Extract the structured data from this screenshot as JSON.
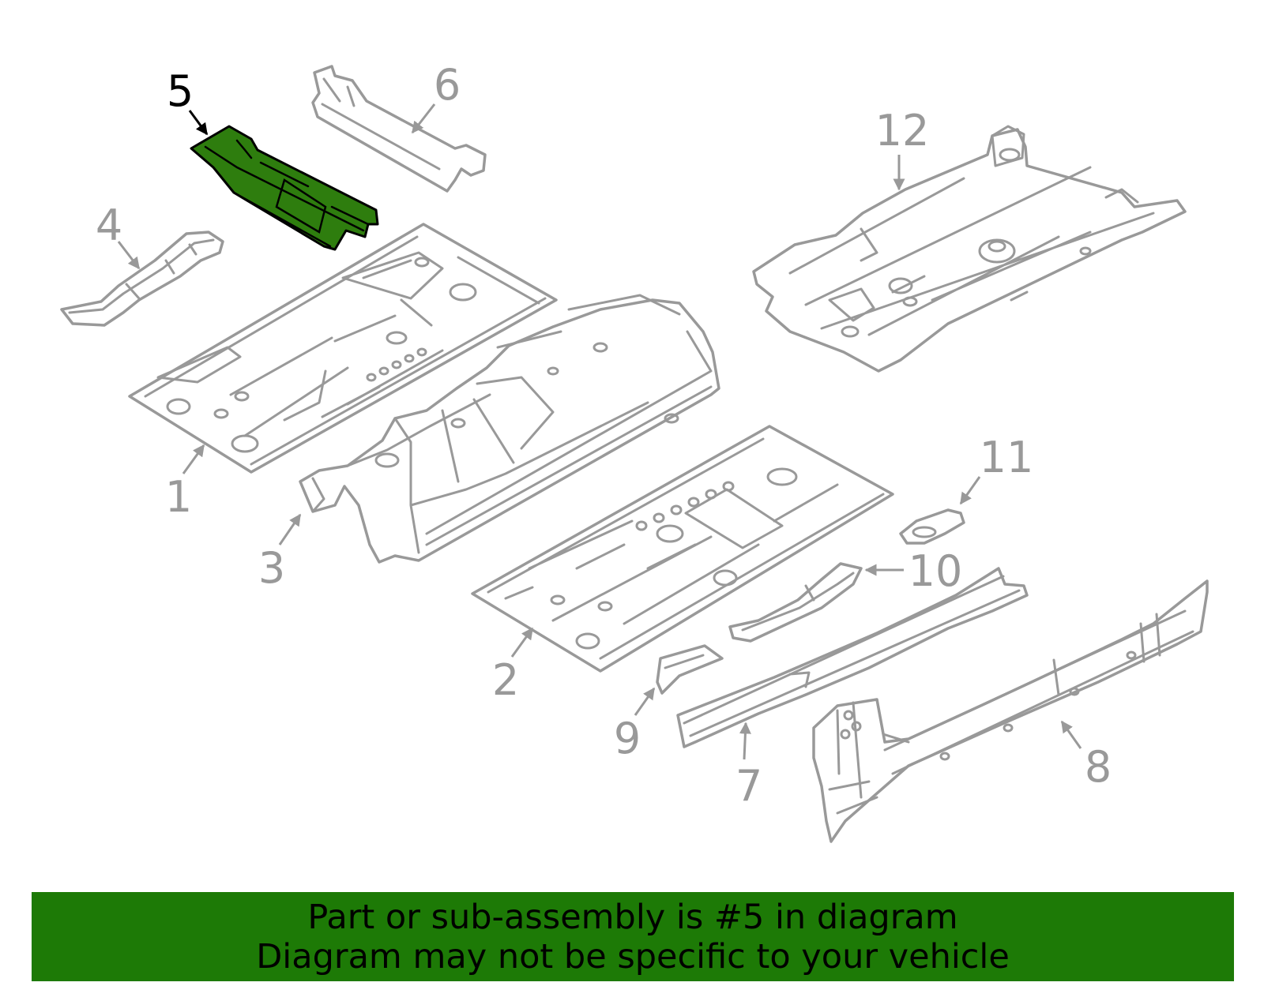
{
  "callouts": {
    "c1": "1",
    "c2": "2",
    "c3": "3",
    "c4": "4",
    "c5": "5",
    "c6": "6",
    "c7": "7",
    "c8": "8",
    "c9": "9",
    "c10": "10",
    "c11": "11",
    "c12": "12"
  },
  "highlighted_part": "5",
  "colors": {
    "highlight": "#2e7d0e",
    "banner": "#1d7a06",
    "outline": "#999999"
  },
  "banner": {
    "line1": "Part or sub-assembly is #5 in diagram",
    "line2": "Diagram may not be specific to your vehicle"
  }
}
